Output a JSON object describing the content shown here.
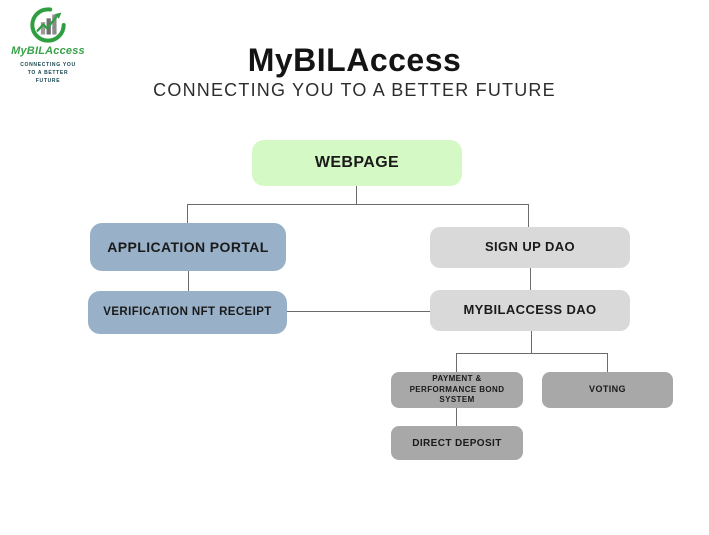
{
  "header": {
    "title": "MyBILAccess",
    "subtitle": "CONNECTING YOU TO A BETTER FUTURE"
  },
  "logo": {
    "name": "MyBILAccess",
    "tagline_lines": [
      "CONNECTING YOU",
      "TO A BETTER",
      "FUTURE"
    ],
    "name_color": "#3aa24b",
    "tagline_color": "#17454f",
    "mark_green": "#2f9e41",
    "mark_bar_grays": [
      "#9a9a9a",
      "#6e6e6e",
      "#8a8a8a"
    ]
  },
  "colors": {
    "webpage_box": "#d5f9c5",
    "blue_box": "#98b1c8",
    "light_gray_box": "#d9d9d9",
    "gray_box": "#a8a8a8",
    "connector": "#6b6b6b",
    "node_text": "#1a1a1a"
  },
  "diagram": {
    "type": "flowchart",
    "nodes": [
      {
        "id": "webpage",
        "label": "WEBPAGE",
        "style": "green"
      },
      {
        "id": "application-portal",
        "label": "APPLICATION PORTAL",
        "style": "blue"
      },
      {
        "id": "sign-up-dao",
        "label": "SIGN UP DAO",
        "style": "light-gray"
      },
      {
        "id": "verification-nft-receipt",
        "label": "VERIFICATION NFT RECEIPT",
        "style": "blue"
      },
      {
        "id": "mybilaccess-dao",
        "label": "MYBILACCESS DAO",
        "style": "light-gray"
      },
      {
        "id": "payment-performance-bond",
        "label": "PAYMENT & PERFORMANCE BOND SYSTEM",
        "style": "gray"
      },
      {
        "id": "voting",
        "label": "VOTING",
        "style": "gray"
      },
      {
        "id": "direct-deposit",
        "label": "DIRECT DEPOSIT",
        "style": "gray"
      }
    ],
    "edges": [
      {
        "from": "webpage",
        "to": "application-portal"
      },
      {
        "from": "webpage",
        "to": "sign-up-dao"
      },
      {
        "from": "application-portal",
        "to": "verification-nft-receipt"
      },
      {
        "from": "sign-up-dao",
        "to": "mybilaccess-dao"
      },
      {
        "from": "verification-nft-receipt",
        "to": "mybilaccess-dao"
      },
      {
        "from": "mybilaccess-dao",
        "to": "payment-performance-bond"
      },
      {
        "from": "mybilaccess-dao",
        "to": "voting"
      },
      {
        "from": "payment-performance-bond",
        "to": "direct-deposit"
      }
    ]
  }
}
